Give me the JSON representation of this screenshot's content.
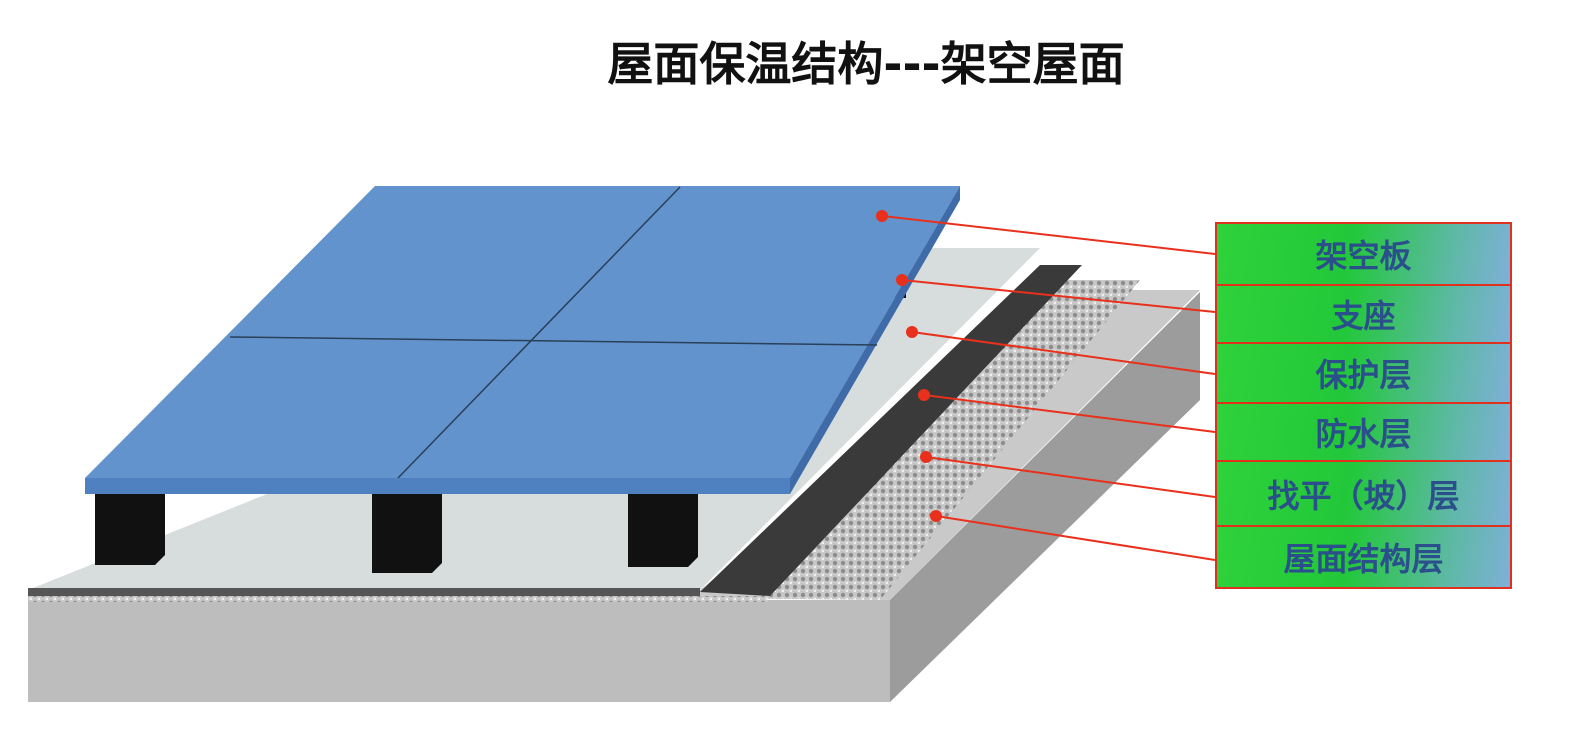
{
  "title": "屋面保温结构---架空屋面",
  "layers": [
    {
      "label": "架空板"
    },
    {
      "label": "支座"
    },
    {
      "label": "保护层"
    },
    {
      "label": "防水层"
    },
    {
      "label": "找平（坡）层"
    },
    {
      "label": "屋面结构层"
    }
  ],
  "colors": {
    "panel": "#6393cc",
    "leader": "#e8301c",
    "legend_border": "#e0301e",
    "legend_text": "#2a4f8a"
  }
}
